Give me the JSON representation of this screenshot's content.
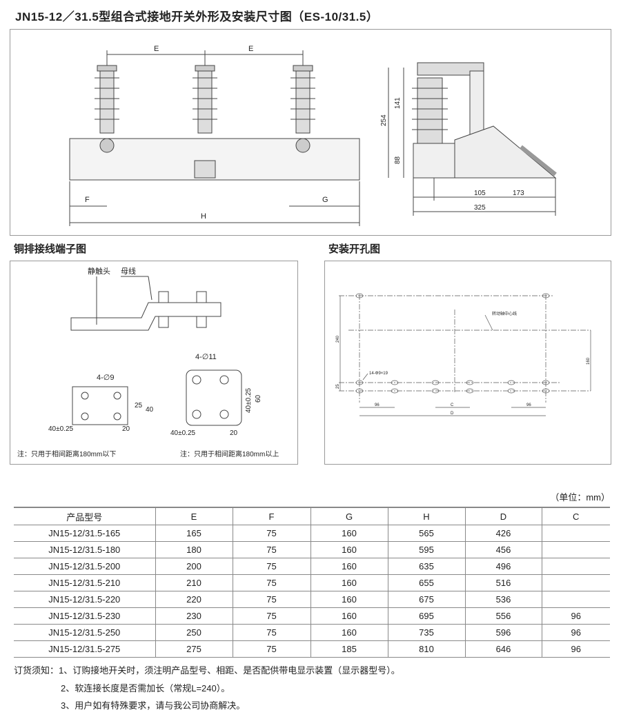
{
  "title": "JN15-12／31.5型组合式接地开关外形及安装尺寸图（ES-10/31.5）",
  "front_view": {
    "dims": {
      "E1": "E",
      "E2": "E",
      "F": "F",
      "G": "G",
      "H": "H"
    }
  },
  "side_view": {
    "dims": {
      "h141": "141",
      "h254": "254",
      "h88": "88",
      "w105": "105",
      "w173": "173",
      "w325": "325"
    }
  },
  "terminal_section": {
    "heading": "铜排接线端子图",
    "label_static_contact": "静触头",
    "label_busbar": "母线",
    "left": {
      "holes": "4-∅9",
      "d25": "25",
      "d40": "40",
      "d40_025": "40±0.25",
      "d20": "20",
      "note": "注：只用于相间距离180mm以下"
    },
    "right": {
      "holes": "4-∅11",
      "d40_025_v": "40±0.25",
      "d60": "60",
      "d40_025": "40±0.25",
      "d20": "20",
      "note": "注：只用于相间距离180mm以上"
    }
  },
  "mounting_section": {
    "heading": "安装开孔图",
    "axis_label": "转动轴中心线",
    "holes": "14-Φ9×19",
    "d240": "240",
    "d25": "25",
    "d160": "160",
    "d96a": "96",
    "dC": "C",
    "d96b": "96",
    "dD": "D"
  },
  "unit_label": "（单位：mm）",
  "table": {
    "headers": [
      "产品型号",
      "E",
      "F",
      "G",
      "H",
      "D",
      "C"
    ],
    "rows": [
      [
        "JN15-12/31.5-165",
        "165",
        "75",
        "160",
        "565",
        "426",
        ""
      ],
      [
        "JN15-12/31.5-180",
        "180",
        "75",
        "160",
        "595",
        "456",
        ""
      ],
      [
        "JN15-12/31.5-200",
        "200",
        "75",
        "160",
        "635",
        "496",
        ""
      ],
      [
        "JN15-12/31.5-210",
        "210",
        "75",
        "160",
        "655",
        "516",
        ""
      ],
      [
        "JN15-12/31.5-220",
        "220",
        "75",
        "160",
        "675",
        "536",
        ""
      ],
      [
        "JN15-12/31.5-230",
        "230",
        "75",
        "160",
        "695",
        "556",
        "96"
      ],
      [
        "JN15-12/31.5-250",
        "250",
        "75",
        "160",
        "735",
        "596",
        "96"
      ],
      [
        "JN15-12/31.5-275",
        "275",
        "75",
        "185",
        "810",
        "646",
        "96"
      ]
    ]
  },
  "notes": {
    "n1": "订货须知：1、订购接地开关时，须注明产品型号、相距、是否配供带电显示装置（显示器型号）。",
    "n2": "2、软连接长度是否需加长（常规L=240）。",
    "n3": "3、用户如有特殊要求，请与我公司协商解决。"
  }
}
